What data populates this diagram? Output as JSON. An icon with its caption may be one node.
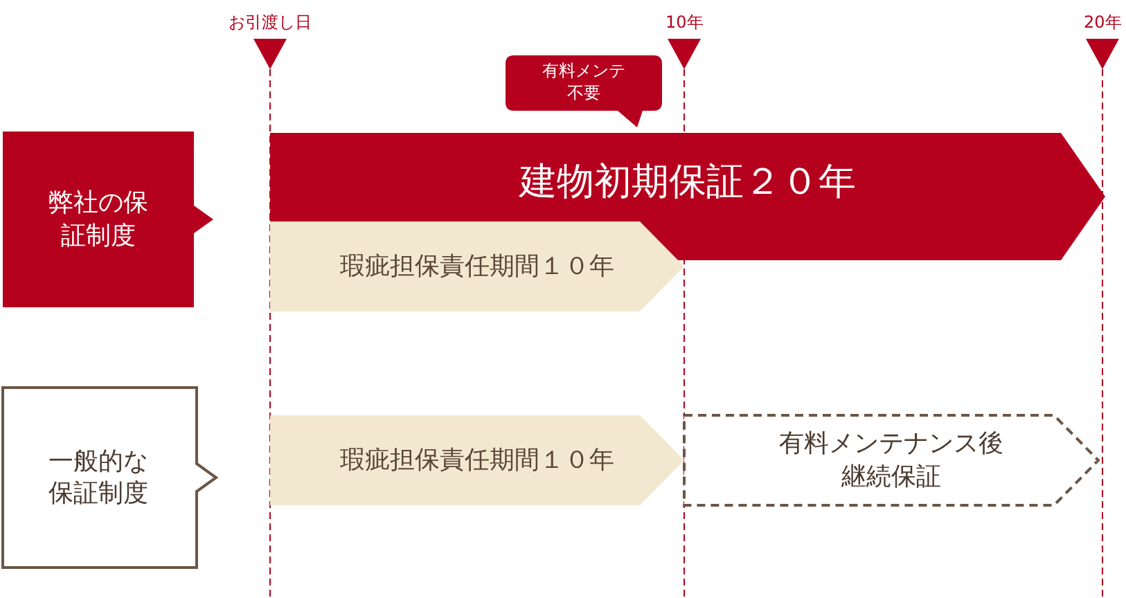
{
  "diagram": {
    "nodes": [
      {
        "text": [
          "弊社の保証制度"
        ]
      },
      {
        "text": [
          "建物初期保証２０年"
        ]
      },
      {
        "text": [
          "瑕疵担保責任期間１０年"
        ]
      },
      {
        "text": [
          "有料メンテ不要"
        ]
      },
      {
        "text": [
          "一般的な保証制度"
        ]
      },
      {
        "text": [
          "瑕疵担保責任期間１０年"
        ]
      },
      {
        "text": [
          "有料メンテナンス後継続保証"
        ]
      }
    ],
    "labels": [
      "お引渡し日",
      "10年",
      "20年"
    ]
  }
}
